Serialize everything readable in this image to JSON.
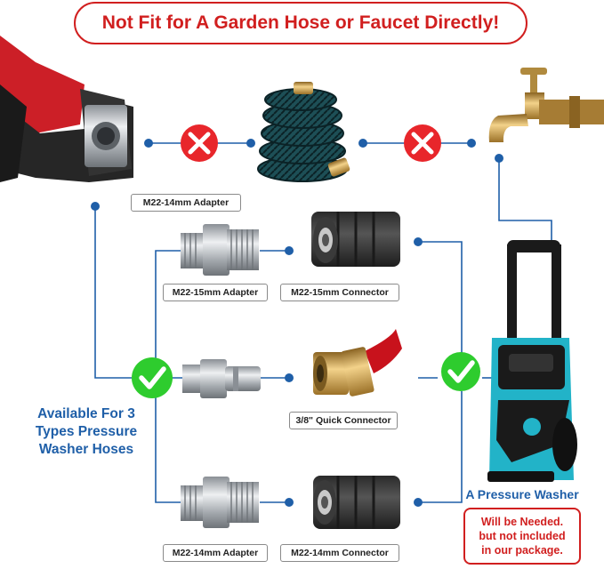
{
  "banner": {
    "text": "Not Fit for A Garden Hose or Faucet Directly!"
  },
  "labels": {
    "top_adapter": "M22-14mm Adapter",
    "adapter_15": "M22-15mm Adapter",
    "connector_15": "M22-15mm Connector",
    "quick_connector": "3/8\" Quick Connector",
    "adapter_14": "M22-14mm Adapter",
    "connector_14": "M22-14mm Connector"
  },
  "side_text": {
    "line1": "Available For 3",
    "line2": "Types Pressure",
    "line3": "Washer Hoses"
  },
  "washer_caption": "A Pressure Washer",
  "note": {
    "line1": "Will be Needed.",
    "line2": "but not included",
    "line3": "in our package."
  },
  "colors": {
    "accent_blue": "#1f5fa8",
    "warning_red": "#d11f1f",
    "check_green": "#2ecc2e",
    "washer_teal": "#1fb5c9"
  },
  "icons": [
    "cross-mark-icon",
    "check-mark-icon"
  ]
}
